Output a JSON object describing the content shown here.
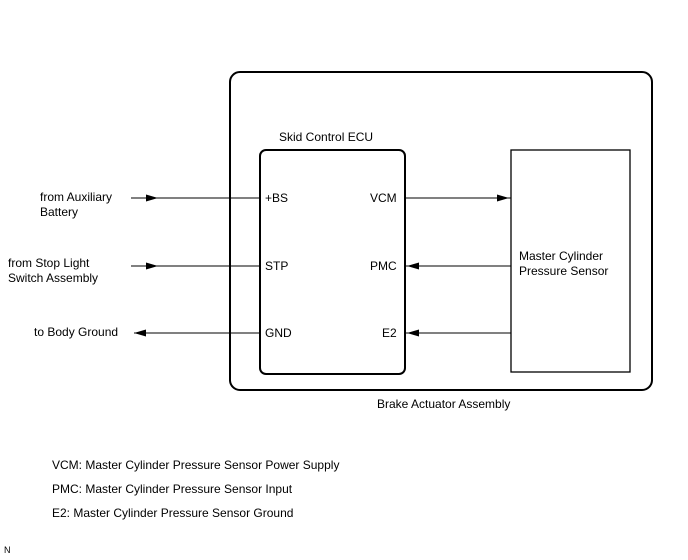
{
  "diagram": {
    "ecu_title": "Skid Control ECU",
    "assembly_label": "Brake Actuator Assembly",
    "sensor_label": "Master Cylinder\nPressure Sensor",
    "external": {
      "aux": "from Auxiliary\nBattery",
      "stop": "from Stop Light\nSwitch Assembly",
      "ground": "to Body Ground"
    },
    "ecu_pins": {
      "bs": "+BS",
      "stp": "STP",
      "gnd": "GND",
      "vcm": "VCM",
      "pmc": "PMC",
      "e2": "E2"
    }
  },
  "legend": [
    "VCM: Master Cylinder Pressure Sensor Power Supply",
    "PMC: Master Cylinder Pressure Sensor Input",
    "E2: Master Cylinder Pressure Sensor Ground"
  ],
  "corner_mark": "N"
}
